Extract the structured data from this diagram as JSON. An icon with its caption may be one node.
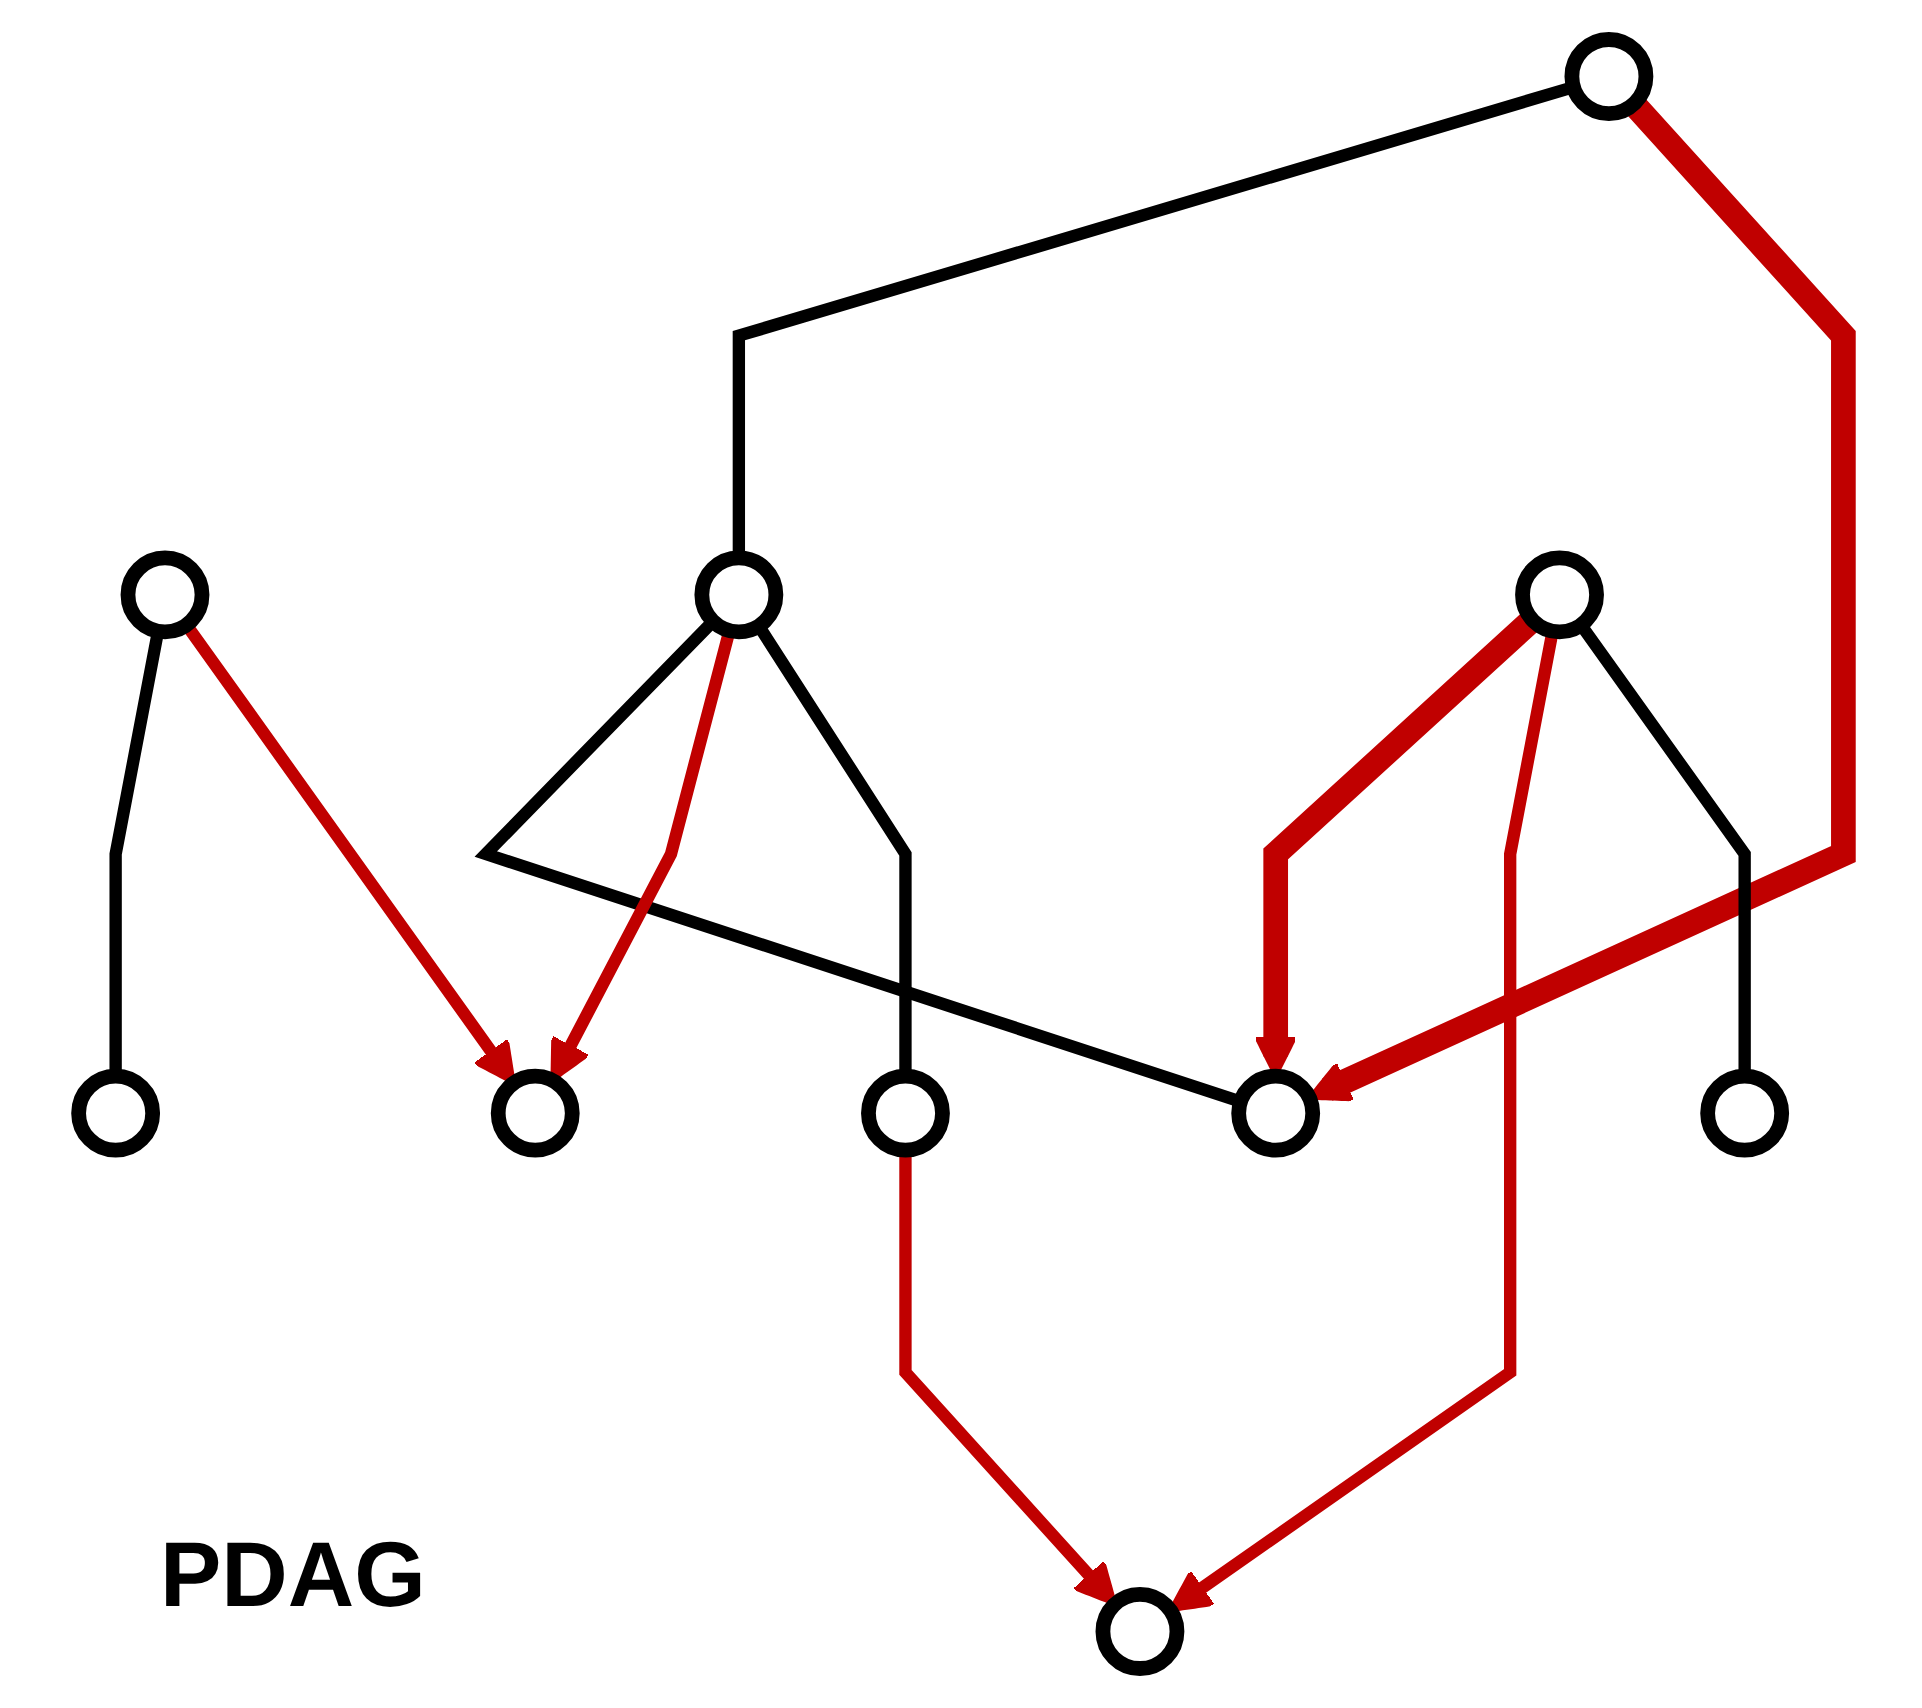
{
  "diagram": {
    "nodes": [
      {
        "text": [],
        "shape": "ellipse"
      },
      {
        "text": [],
        "shape": "ellipse"
      },
      {
        "text": [],
        "shape": "ellipse"
      },
      {
        "text": [],
        "shape": "ellipse"
      },
      {
        "text": [],
        "shape": "ellipse"
      },
      {
        "text": [],
        "shape": "ellipse"
      },
      {
        "text": [],
        "shape": "ellipse"
      },
      {
        "text": [],
        "shape": "ellipse"
      },
      {
        "text": [],
        "shape": "ellipse"
      },
      {
        "text": [],
        "shape": "ellipse"
      }
    ],
    "edges": [
      {
        "from": 0,
        "to": 2,
        "arrow": "none",
        "color": "#000000"
      },
      {
        "from": 0,
        "to": 3,
        "arrow": "to",
        "style": "thick",
        "color": "#c00000"
      },
      {
        "from": 2,
        "to": 3,
        "arrow": "none",
        "color": "#000000"
      },
      {
        "from": 1,
        "to": 4,
        "arrow": "none",
        "color": "#000000"
      },
      {
        "from": 1,
        "to": 5,
        "arrow": "to",
        "color": "#c00000"
      },
      {
        "from": 2,
        "to": 5,
        "arrow": "to",
        "color": "#c00000"
      },
      {
        "from": 2,
        "to": 6,
        "arrow": "none",
        "color": "#000000"
      },
      {
        "from": 7,
        "to": 3,
        "arrow": "to",
        "style": "thick",
        "color": "#c00000"
      },
      {
        "from": 6,
        "to": 8,
        "arrow": "to",
        "color": "#c00000"
      },
      {
        "from": 7,
        "to": 8,
        "arrow": "to",
        "color": "#c00000"
      },
      {
        "from": 7,
        "to": 9,
        "arrow": "none",
        "color": "#000000"
      }
    ],
    "labels": [
      "PDAG"
    ]
  }
}
